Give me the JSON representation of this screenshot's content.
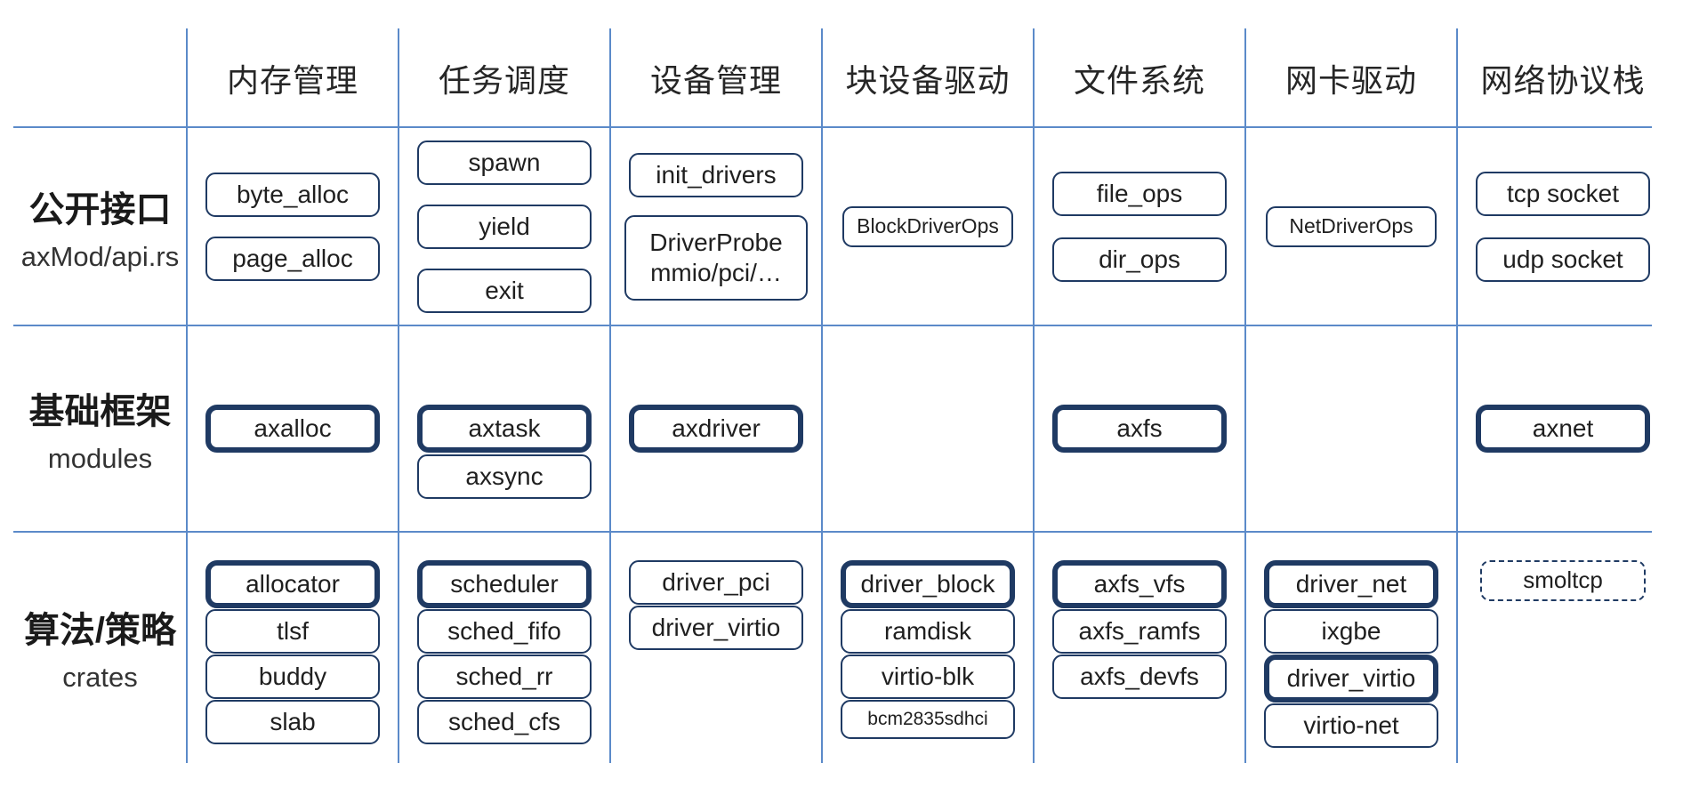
{
  "diagram": {
    "columns": [
      "内存管理",
      "任务调度",
      "设备管理",
      "块设备驱动",
      "文件系统",
      "网卡驱动",
      "网络协议栈"
    ],
    "row_headers": [
      {
        "title": "公开接口",
        "subtitle": "axMod/api.rs"
      },
      {
        "title": "基础框架",
        "subtitle": "modules"
      },
      {
        "title": "算法/策略",
        "subtitle": "crates"
      }
    ],
    "cells": {
      "api": {
        "mem": [
          {
            "label": "byte_alloc"
          },
          {
            "label": "page_alloc"
          }
        ],
        "task": [
          {
            "label": "spawn"
          },
          {
            "label": "yield"
          },
          {
            "label": "exit"
          }
        ],
        "dev": [
          {
            "label": "init_drivers"
          },
          {
            "label": "DriverProbe",
            "label2": "mmio/pci/…",
            "style": "multiline"
          }
        ],
        "blk": [
          {
            "label": "BlockDriverOps",
            "style": "small"
          }
        ],
        "fs": [
          {
            "label": "file_ops"
          },
          {
            "label": "dir_ops"
          }
        ],
        "nic": [
          {
            "label": "NetDriverOps",
            "style": "small"
          }
        ],
        "net": [
          {
            "label": "tcp socket"
          },
          {
            "label": "udp socket"
          }
        ]
      },
      "modules": {
        "mem": [
          {
            "label": "axalloc",
            "style": "thick"
          }
        ],
        "task": [
          {
            "label": "axtask",
            "style": "thick"
          },
          {
            "label": "axsync"
          }
        ],
        "dev": [
          {
            "label": "axdriver",
            "style": "thick"
          }
        ],
        "blk": [],
        "fs": [
          {
            "label": "axfs",
            "style": "thick"
          }
        ],
        "nic": [],
        "net": [
          {
            "label": "axnet",
            "style": "thick"
          }
        ]
      },
      "crates": {
        "mem": [
          {
            "label": "allocator",
            "style": "thick"
          },
          {
            "label": "tlsf"
          },
          {
            "label": "buddy"
          },
          {
            "label": "slab"
          }
        ],
        "task": [
          {
            "label": "scheduler",
            "style": "thick"
          },
          {
            "label": "sched_fifo"
          },
          {
            "label": "sched_rr"
          },
          {
            "label": "sched_cfs"
          }
        ],
        "dev": [
          {
            "label": "driver_pci"
          },
          {
            "label": "driver_virtio"
          }
        ],
        "blk": [
          {
            "label": "driver_block",
            "style": "thick"
          },
          {
            "label": "ramdisk"
          },
          {
            "label": "virtio-blk"
          },
          {
            "label": "bcm2835sdhci",
            "style": "tiny"
          }
        ],
        "fs": [
          {
            "label": "axfs_vfs",
            "style": "thick"
          },
          {
            "label": "axfs_ramfs"
          },
          {
            "label": "axfs_devfs"
          }
        ],
        "nic": [
          {
            "label": "driver_net",
            "style": "thick"
          },
          {
            "label": "ixgbe"
          },
          {
            "label": "driver_virtio",
            "style": "thick"
          },
          {
            "label": "virtio-net"
          }
        ],
        "net": [
          {
            "label": "smoltcp",
            "style": "dashed"
          }
        ]
      }
    },
    "colors": {
      "box_border": "#1f3a63",
      "grid_line": "#5b8ac9",
      "text": "#222222",
      "background": "#ffffff"
    }
  }
}
